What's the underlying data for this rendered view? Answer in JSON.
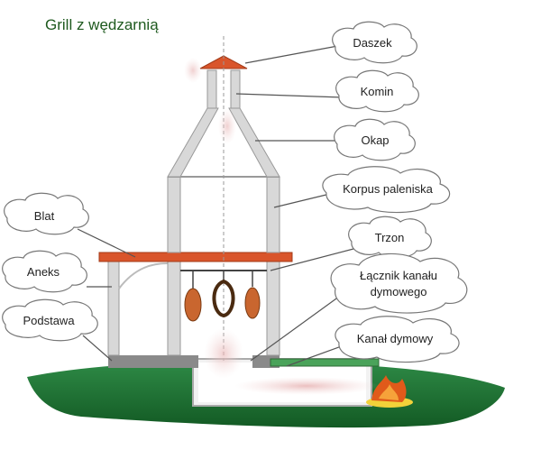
{
  "title": "Grill z wędzarnią",
  "labels": {
    "daszek": "Daszek",
    "komin": "Komin",
    "okap": "Okap",
    "korpus": "Korpus paleniska",
    "blat": "Blat",
    "trzon": "Trzon",
    "aneks": "Aneks",
    "lacznik_1": "Łącznik kanału",
    "lacznik_2": "dymowego",
    "podstawa": "Podstawa",
    "kanal": "Kanał dymowy"
  },
  "colors": {
    "title": "#1f5a1f",
    "roof": "#d9552b",
    "grass": "#1f6b34",
    "wall": "#c9c9c9",
    "fire": "#e05a1a",
    "meat": "#c9662f",
    "cloud_fill": "#ffffff",
    "cloud_stroke": "#777777"
  }
}
